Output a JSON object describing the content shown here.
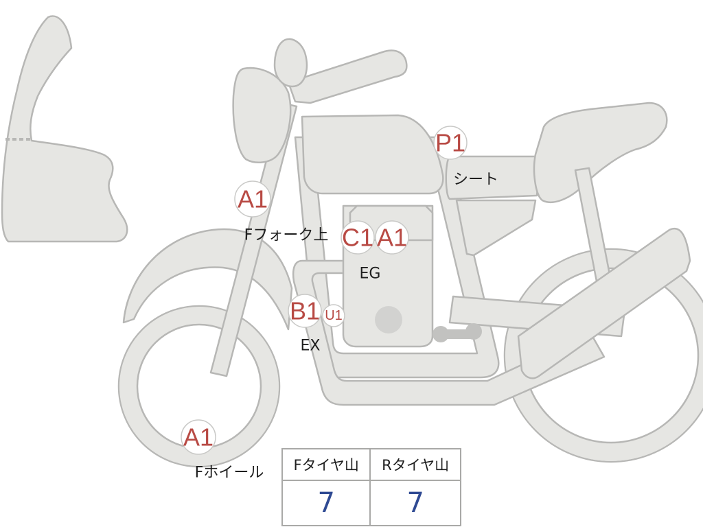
{
  "markers": [
    {
      "id": "fork-upper",
      "code": "A1",
      "label": "Fフォーク上"
    },
    {
      "id": "seat",
      "code": "P1",
      "label": "シート"
    },
    {
      "id": "engine-c",
      "code": "C1",
      "label": ""
    },
    {
      "id": "engine-a",
      "code": "A1",
      "label": "EG"
    },
    {
      "id": "exhaust-b",
      "code": "B1",
      "label": "EX"
    },
    {
      "id": "exhaust-u",
      "code": "U1",
      "label": ""
    },
    {
      "id": "front-wheel",
      "code": "A1",
      "label": "Fホイール"
    }
  ],
  "tread_table": {
    "headers": [
      "Fタイヤ山",
      "Rタイヤ山"
    ],
    "values": [
      "7",
      "7"
    ]
  }
}
